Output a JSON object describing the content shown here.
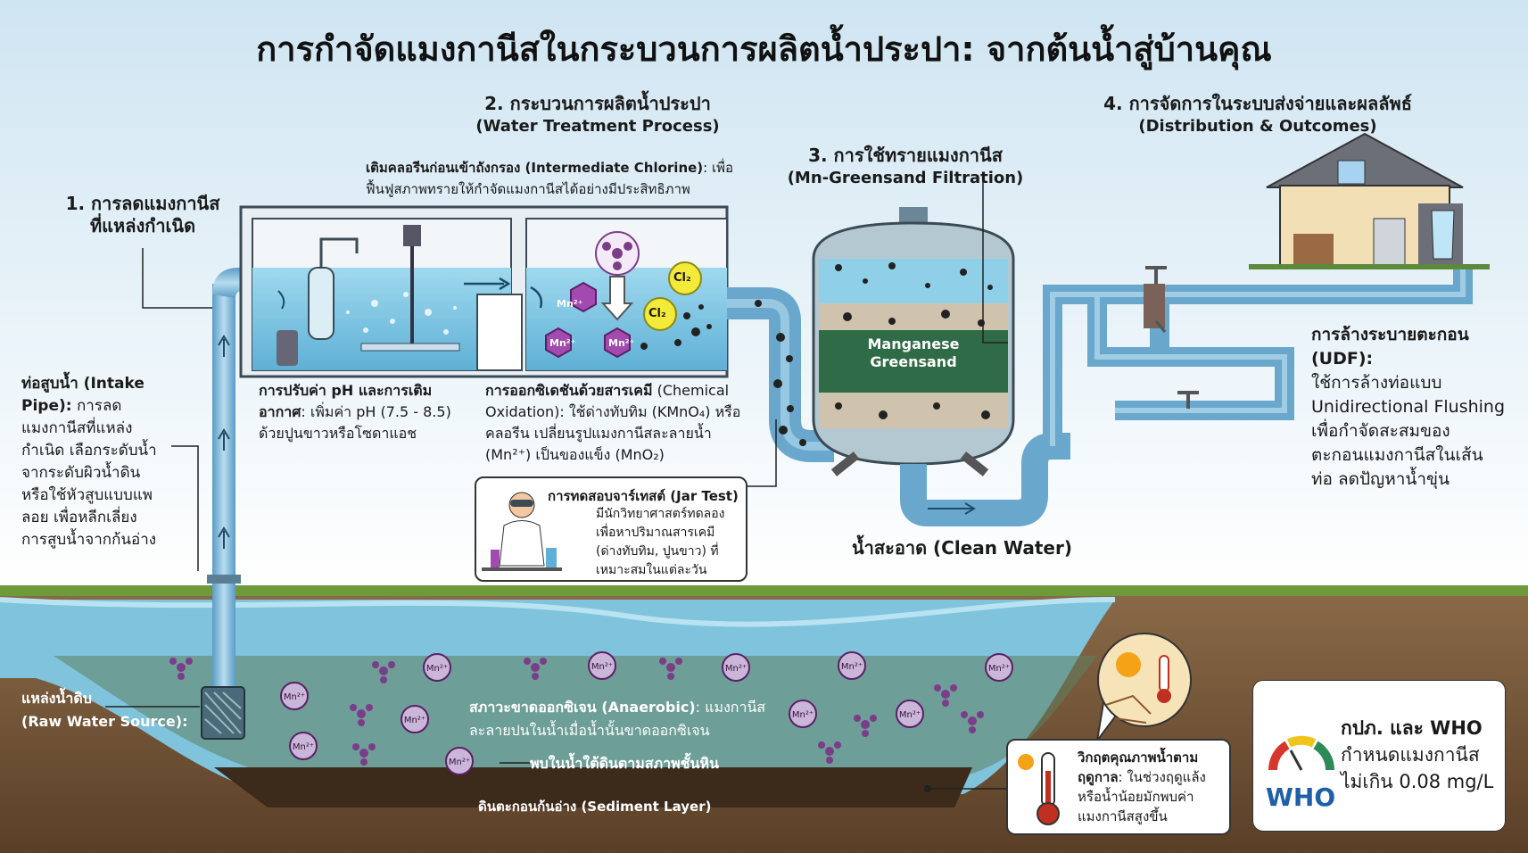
{
  "title": "การกำจัดแมงกานีสในกระบวนการผลิตน้ำประปา: จากต้นน้ำสู่บ้านคุณ",
  "sections": {
    "s1": {
      "heading_line1": "1. การลดแมงกานีส",
      "heading_line2": "ที่แหล่งกำเนิด"
    },
    "s2": {
      "heading": "2. กระบวนการผลิตน้ำประปา",
      "subheading": "(Water Treatment Process)"
    },
    "s3": {
      "heading": "3. การใช้ทรายแมงกานีส",
      "subheading": "(Mn-Greensand Filtration)"
    },
    "s4": {
      "heading": "4. การจัดการในระบบส่งจ่ายและผลลัพธ์",
      "subheading": "(Distribution & Outcomes)"
    }
  },
  "intake": {
    "title_line1": "ท่อสูบน้ำ (Intake",
    "title_line2": "Pipe):",
    "text_lines": [
      "การลด",
      "แมงกานีสที่แหล่ง",
      "กำเนิด เลือกระดับน้ำ",
      "จากระดับผิวน้ำดิน",
      "หรือใช้หัวสูบแบบแพ",
      "ลอย เพื่อหลีกเลี่ยง",
      "การสูบน้ำจากก้นอ่าง"
    ]
  },
  "chlorine_note": {
    "bold": "เติมคลอรีนก่อนเข้าถังกรอง (Intermediate Chlorine)",
    "rest_line1": ": เพื่อ",
    "line2": "ฟื้นฟูสภาพทรายให้กำจัดแมงกานีสได้อย่างมีประสิทธิภาพ"
  },
  "ph_note": {
    "bold1": "การปรับค่า pH และการเติม",
    "bold2": "อากาศ",
    "rest": ": เพิ่มค่า pH (7.5 - 8.5)",
    "line3": "ด้วยปูนขาวหรือโซดาแอช"
  },
  "oxidation_note": {
    "bold": "การออกซิเดชันด้วยสารเคมี",
    "line1_rest": " (Chemical",
    "line2": "Oxidation): ใช้ด่างทับทิม (KMnO₄) หรือ",
    "line3": "คลอรีน เปลี่ยนรูปแมงกานีสละลายน้ำ",
    "line4": "(Mn²⁺) เป็นของแข็ง (MnO₂)"
  },
  "jar_test": {
    "title": "การทดสอบจาร์เทสต์ (Jar Test)",
    "lines": [
      "มีนักวิทยาศาสตร์ทดลอง",
      "เพื่อหาปริมาณสารเคมี",
      "(ด่างทับทิม, ปูนขาว) ที่",
      "เหมาะสมในแต่ละวัน"
    ]
  },
  "greensand": {
    "line1": "Manganese",
    "line2": "Greensand"
  },
  "clean_water": "น้ำสะอาด (Clean Water)",
  "udf": {
    "title1": "การล้างระบายตะกอน",
    "title2": "(UDF):",
    "lines": [
      "ใช้การล้างท่อแบบ",
      "Unidirectional Flushing",
      "เพื่อกำจัดสะสมของ",
      "ตะกอนแมงกานีสในเส้น",
      "ท่อ ลดปัญหาน้ำขุ่น"
    ]
  },
  "raw_source": {
    "line1": "แหล่งน้ำดิบ",
    "line2": "(Raw Water Source):"
  },
  "anaerobic": {
    "bold": "สภาวะขาดออกซิเจน (Anaerobic)",
    "rest": ": แมงกานีส",
    "line2": "ละลายปนในน้ำเมื่อน้ำนั้นขาดออกซิเจน"
  },
  "groundwater": "พบในน้ำใต้ดินตามสภาพชั้นหิน",
  "sediment": "ดินตะกอนก้นอ่าง (Sediment Layer)",
  "seasonal": {
    "title1": "วิกฤตคุณภาพน้ำตาม",
    "title2": "ฤดูกาล",
    "rest": ": ในช่วงฤดูแล้ง",
    "line3": "หรือน้ำน้อยมักพบค่า",
    "line4": "แมงกานีสสูงขึ้น"
  },
  "who": {
    "title": "กปภ. และ WHO",
    "line2": "กำหนดแมงกานีส",
    "line3": "ไม่เกิน 0.08 mg/L",
    "logo": "WHO"
  },
  "ions": {
    "mn": "Mn²⁺",
    "cl": "Cl₂"
  },
  "colors": {
    "water": "#8fd0e8",
    "pipe": "#7fb6d6",
    "soil": "#7a5a3c",
    "who_blue": "#1f5fa8"
  }
}
